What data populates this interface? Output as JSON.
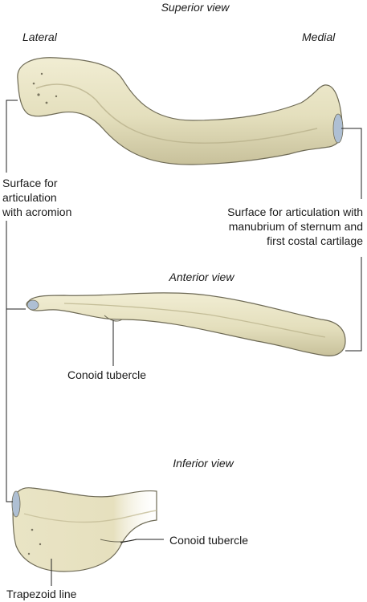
{
  "labels": {
    "superior_view": "Superior view",
    "lateral": "Lateral",
    "medial": "Medial",
    "acromion_surface": [
      "Surface for",
      "articulation",
      "with acromion"
    ],
    "sternal_surface": [
      "Surface for articulation with",
      "manubrium of sternum and",
      "first costal cartilage"
    ],
    "anterior_view": "Anterior view",
    "conoid_tubercle_anterior": "Conoid tubercle",
    "inferior_view": "Inferior view",
    "conoid_tubercle_inferior": "Conoid tubercle",
    "trapezoid_line": "Trapezoid line"
  },
  "colors": {
    "bone_fill": "#e6e1c0",
    "bone_shade": "#b9b28c",
    "bone_outline": "#6e6a55",
    "articular_surface": "#aebfd3",
    "leader_line": "#222222"
  }
}
